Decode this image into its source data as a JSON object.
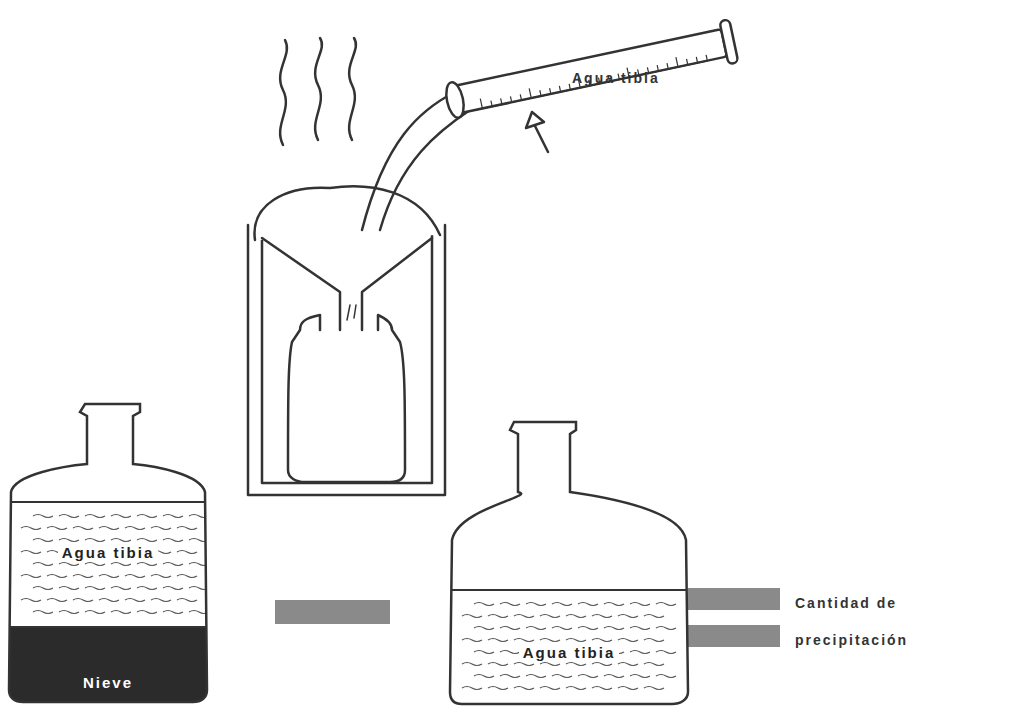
{
  "diagram": {
    "nodes": [
      {
        "text": [
          "Agua tibia",
          "Nieve"
        ]
      },
      {
        "text": [
          "Agua tibia"
        ]
      }
    ],
    "labels": [
      "Agua tibia",
      "Cantidad de precipitación"
    ]
  }
}
